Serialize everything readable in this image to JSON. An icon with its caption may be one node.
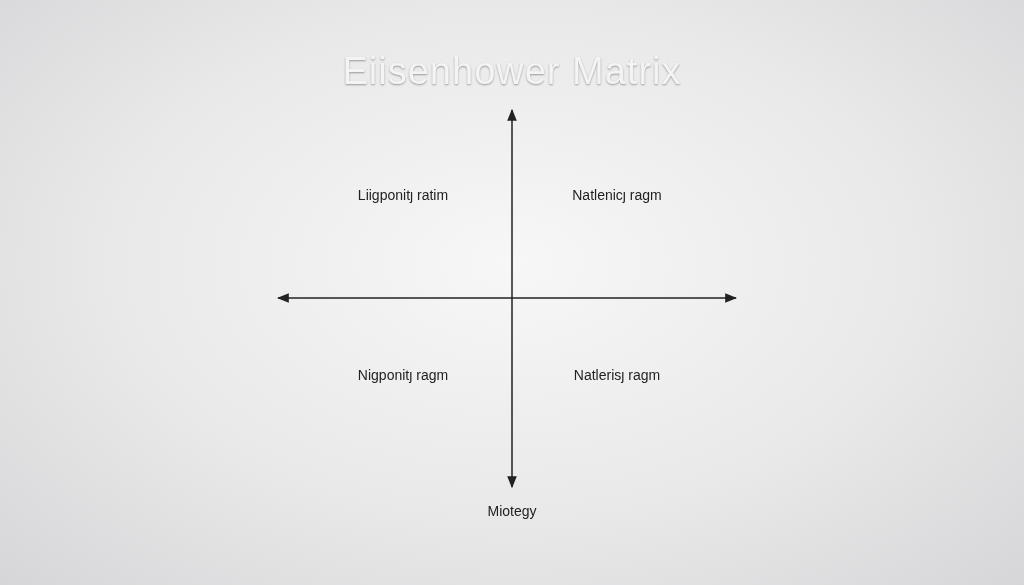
{
  "diagram": {
    "title": "Eiisenhower Matrix",
    "labels": [
      "Liigponitȷ ratim",
      "Natlenicȷ ragm",
      "Nigponitȷ ragm",
      "Natlerisȷ ragm",
      "Miotegy"
    ]
  }
}
